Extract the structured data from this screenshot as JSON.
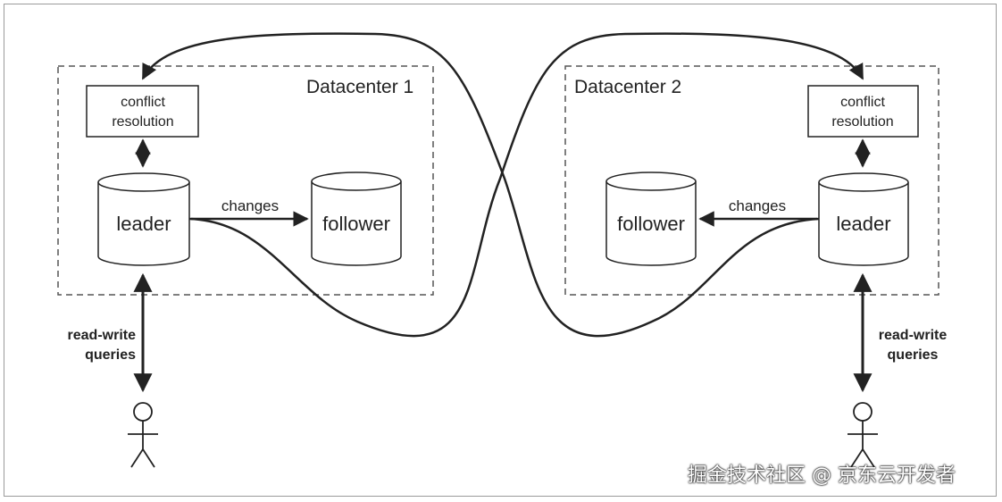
{
  "datacenters": {
    "left": {
      "title": "Datacenter 1",
      "conflict_line1": "conflict",
      "conflict_line2": "resolution",
      "leader": "leader",
      "follower": "follower",
      "changes": "changes",
      "query_line1": "read-write",
      "query_line2": "queries"
    },
    "right": {
      "title": "Datacenter 2",
      "conflict_line1": "conflict",
      "conflict_line2": "resolution",
      "leader": "leader",
      "follower": "follower",
      "changes": "changes",
      "query_line1": "read-write",
      "query_line2": "queries"
    }
  },
  "watermark": "掘金技术社区 @ 京东云开发者",
  "colors": {
    "stroke": "#222222",
    "dash": "#555555",
    "background": "#ffffff"
  }
}
